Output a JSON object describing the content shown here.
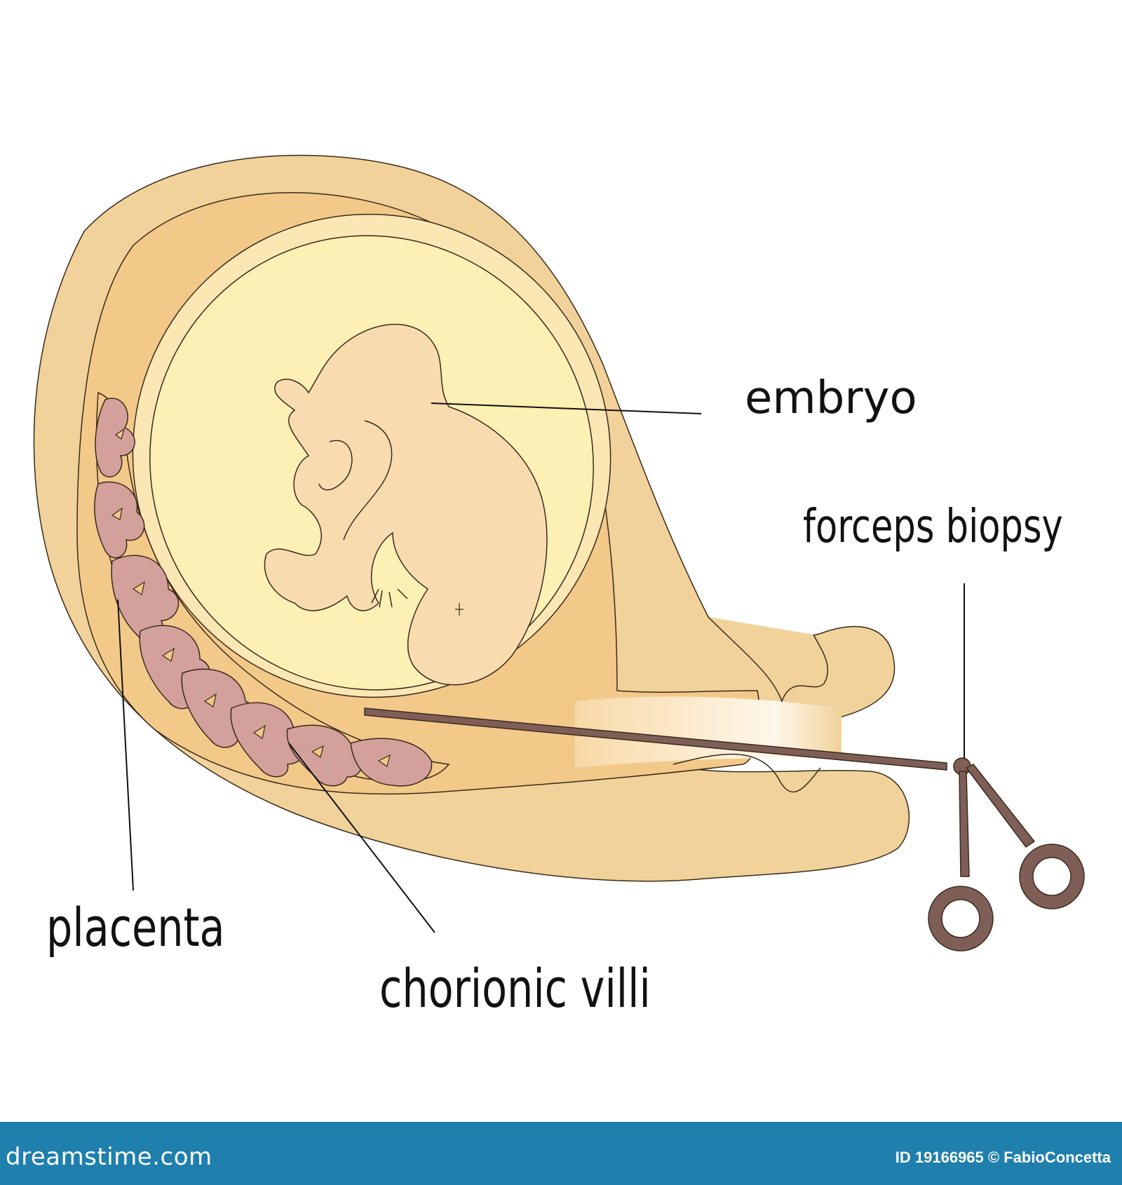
{
  "labels": {
    "embryo": "embryo",
    "forceps_biopsy": "forceps biopsy",
    "placenta": "placenta",
    "chorionic_villi": "chorionic villi"
  },
  "footer": {
    "brand": "dreamstime.com",
    "credit": "ID 19166965 © FabioConcetta"
  },
  "colors": {
    "uterus_wall": "#f0d29a",
    "uterus_inner": "#f3c98a",
    "amnion": "#fbe7b4",
    "amniotic_cavity": "#fcf0b4",
    "embryo": "#f8dcb0",
    "villi": "#d3a09c",
    "instrument": "#7f5e58",
    "footer_bg": "#1f7fad"
  }
}
